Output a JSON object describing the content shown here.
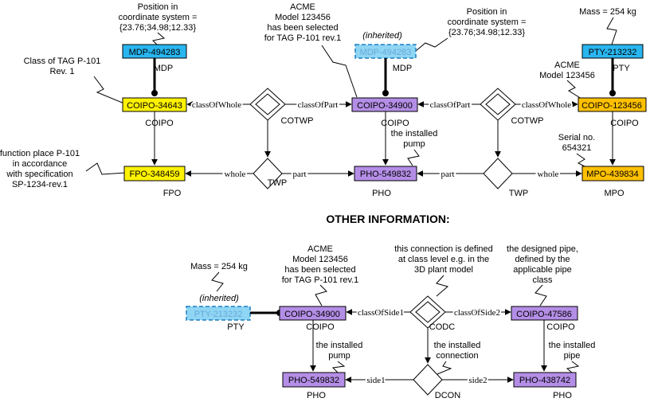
{
  "colors": {
    "mdp": "#29b6f0",
    "coipo": "#fff200",
    "coipo_purple": "#b48ee6",
    "coipo_orange": "#ffc000",
    "fpo": "#fff200",
    "pho": "#b48ee6",
    "mpo": "#ffc000",
    "pty": "#29b6f0",
    "inherited_fill": "#8fd6f5",
    "inherited_border": "#1f7fc0"
  },
  "boxes": {
    "mdp1": {
      "id": "MDP-494283",
      "type": "MDP"
    },
    "mdp2": {
      "id": "MDP-494283",
      "type": "MDP"
    },
    "pty1": {
      "id": "PTY-213232",
      "type": "PTY"
    },
    "coipo1": {
      "id": "COIPO-34643",
      "type": "COIPO"
    },
    "coipo2": {
      "id": "COIPO-34900",
      "type": "COIPO"
    },
    "coipo3": {
      "id": "COIPO-123456",
      "type": "COIPO"
    },
    "fpo": {
      "id": "FPO-348459",
      "type": "FPO"
    },
    "pho1": {
      "id": "PHO-549832",
      "type": "PHO"
    },
    "mpo": {
      "id": "MPO-439834",
      "type": "MPO"
    },
    "pty2": {
      "id": "PTY-213232",
      "type": "PTY"
    },
    "coipo4": {
      "id": "COIPO-34900",
      "type": "COIPO"
    },
    "coipo5": {
      "id": "COIPO-47586",
      "type": "COIPO"
    },
    "pho2": {
      "id": "PHO-549832",
      "type": "PHO"
    },
    "pho3": {
      "id": "PHO-438742",
      "type": "PHO"
    }
  },
  "nodes": {
    "cotwp1": "COTWP",
    "cotwp2": "COTWP",
    "twp1": "TWP",
    "twp2": "TWP",
    "codc": "CODC",
    "dcon": "DCON"
  },
  "edges": {
    "class_of_whole_1": "classOfWhole",
    "class_of_part_1": "classOfPart",
    "class_of_part_2": "classOfPart",
    "class_of_whole_2": "classOfWhole",
    "whole_1": "whole",
    "part_1": "part",
    "part_2": "part",
    "whole_2": "whole",
    "class_of_side1": "classOfSide1",
    "class_of_side2": "classOfSide2",
    "side1": "side1",
    "side2": "side2"
  },
  "notes": {
    "pos1": [
      "Position in",
      "coordinate system =",
      "{23.76;34.98;12.33}"
    ],
    "acme1": [
      "ACME",
      "Model 123456",
      "has been selected",
      "for TAG P-101 rev.1"
    ],
    "pos2": [
      "Position in",
      "coordinate system =",
      "{23.76;34.98;12.33}"
    ],
    "mass1": "Mass = 254 kg",
    "inherited1": "(inherited)",
    "class_tag": [
      "Class of TAG P-101",
      "Rev. 1"
    ],
    "acme2": [
      "ACME",
      "Model 123456"
    ],
    "installed_pump1": [
      "the installed",
      "pump"
    ],
    "serial": [
      "Serial no.",
      "654321"
    ],
    "function_place": [
      "function place P-101",
      "in accordance",
      "with specification",
      "SP-1234-rev.1"
    ],
    "heading": "OTHER INFORMATION:",
    "mass2": "Mass = 254 kg",
    "inherited2": "(inherited)",
    "acme3": [
      "ACME",
      "Model 123456",
      "has been selected",
      "for TAG P-101 rev.1"
    ],
    "connection_def": [
      "this connection is defined",
      "at class level e.g. in the",
      "3D plant model"
    ],
    "designed_pipe": [
      "the designed pipe,",
      "defined by the",
      "applicable pipe",
      "class"
    ],
    "installed_pump2": [
      "the installed",
      "pump"
    ],
    "installed_connection": [
      "the installed",
      "connection"
    ],
    "installed_pipe": [
      "the installed",
      "pipe"
    ]
  }
}
